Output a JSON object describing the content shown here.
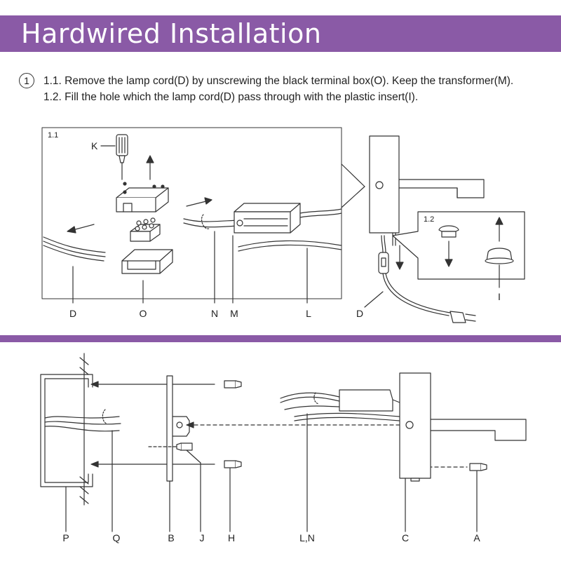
{
  "header": {
    "title": "Hardwired Installation"
  },
  "step": {
    "number": "1",
    "line1": "1.1. Remove the lamp cord(D) by unscrewing the black terminal box(O). Keep the transformer(M).",
    "line2": "1.2. Fill the hole which the lamp cord(D) pass through with the plastic insert(I)."
  },
  "top_panel": {
    "frame_label": "1.1",
    "labels": {
      "K": "K",
      "D": "D",
      "O": "O",
      "N": "N",
      "M": "M",
      "L": "L"
    }
  },
  "right_panel": {
    "inset_label": "1.2",
    "labels": {
      "D": "D",
      "I": "I"
    }
  },
  "bottom_panel": {
    "labels": {
      "P": "P",
      "Q": "Q",
      "B": "B",
      "J": "J",
      "H": "H",
      "LN": "L,N",
      "C": "C",
      "A": "A"
    }
  },
  "colors": {
    "accent": "#8a5aa6",
    "line": "#333333"
  }
}
